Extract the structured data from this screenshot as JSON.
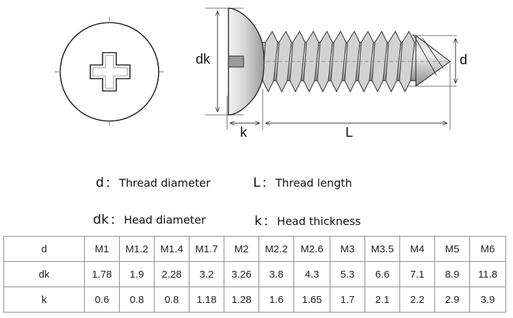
{
  "dimensions": {
    "dk": "dk",
    "d": "d",
    "k": "k",
    "L": "L"
  },
  "legend": [
    {
      "symbol": "d",
      "separator": "：",
      "text": "Thread diameter"
    },
    {
      "symbol": "L",
      "separator": "：",
      "text": "Thread length"
    },
    {
      "symbol": "dk",
      "separator": "：",
      "text": "Head diameter"
    },
    {
      "symbol": "k",
      "separator": "：",
      "text": "Head thickness"
    }
  ],
  "table": {
    "rows": [
      {
        "label": "d",
        "values": [
          "M1",
          "M1.2",
          "M1.4",
          "M1.7",
          "M2",
          "M2.2",
          "M2.6",
          "M3",
          "M3.5",
          "M4",
          "M5",
          "M6"
        ]
      },
      {
        "label": "dk",
        "values": [
          "1.78",
          "1.9",
          "2.28",
          "3.2",
          "3.26",
          "3.8",
          "4.3",
          "5.3",
          "6.6",
          "7.1",
          "8.9",
          "11.8"
        ]
      },
      {
        "label": "k",
        "values": [
          "0.6",
          "0.8",
          "0.8",
          "1.18",
          "1.28",
          "1.6",
          "1.65",
          "1.7",
          "2.1",
          "2.2",
          "2.9",
          "3.9"
        ]
      }
    ]
  }
}
